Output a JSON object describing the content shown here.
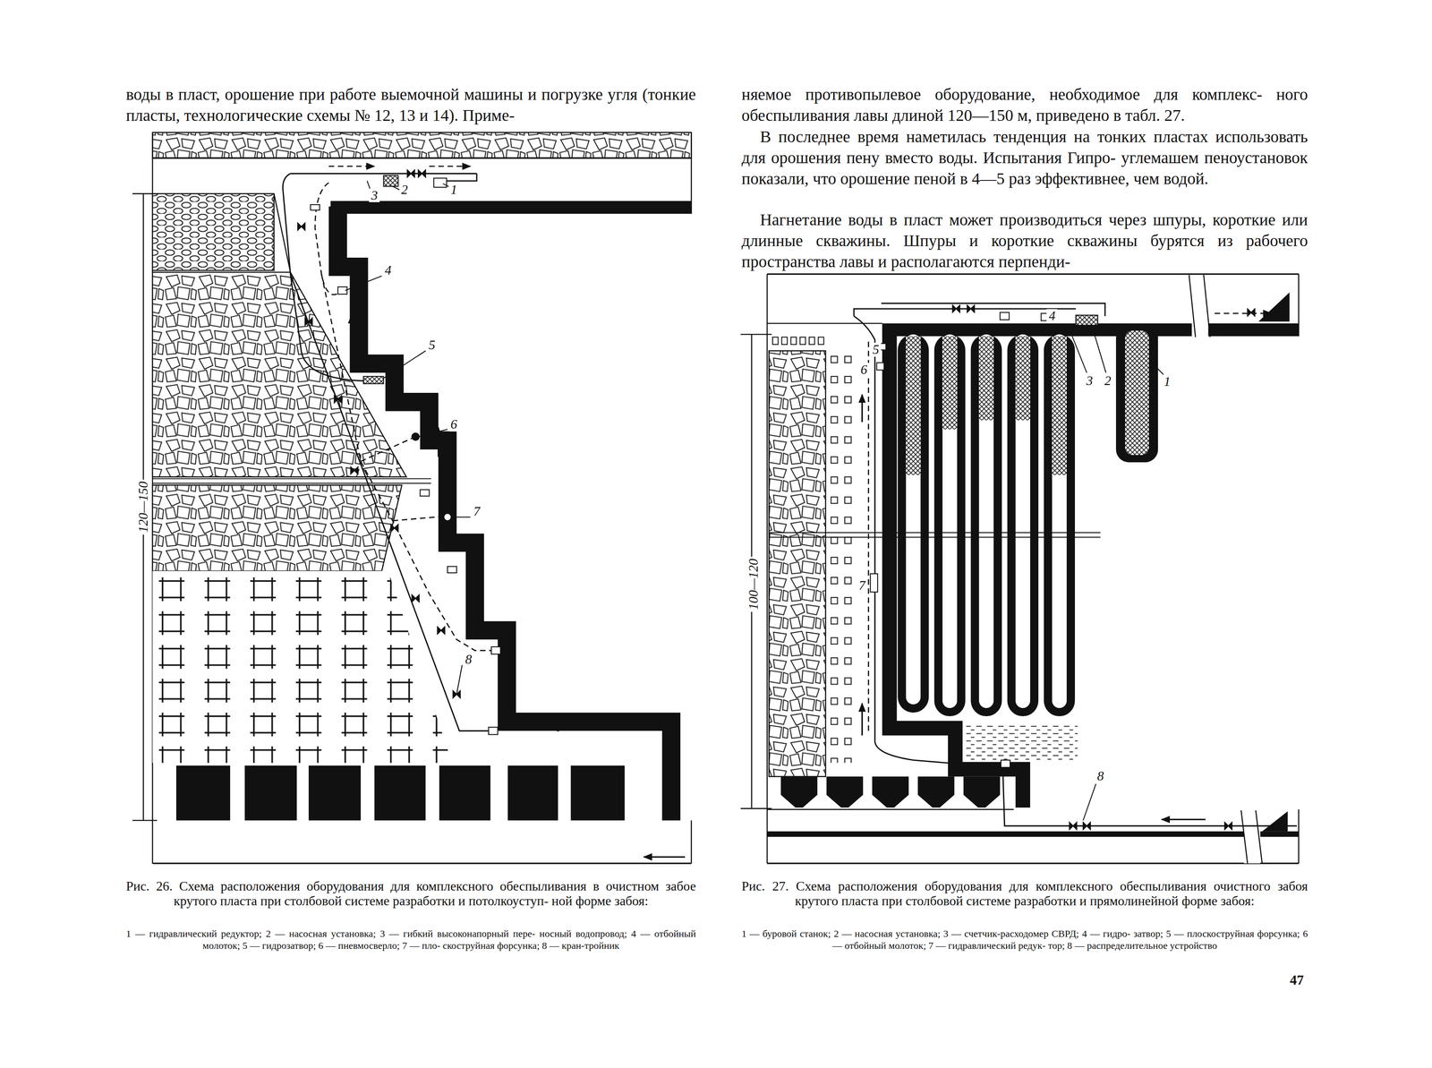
{
  "diagram": {
    "labels": [
      "воды в пласт, орошение при работе выемочной машины и погрузке угля (тонкие пласты, технологические схемы № 12, 13 и 14). Приме-",
      "няемое противопылевое оборудование, необходимое для комплекс- ного обеспыливания лавы длиной 120—150 м, приведено в табл. 27.",
      "В последнее время наметилась тенденция на тонких пластах использовать для орошения пену вместо воды. Испытания Гипро- углемашем пеноустановок показали, что орошение пеной в 4—5 раз эффективнее, чем водой.",
      "Нагнетание воды в пласт может производиться через шпуры, короткие или длинные скважины. Шпуры и короткие скважины бурятся из рабочего пространства лавы и располагаются перпенди-",
      "1",
      "2",
      "3",
      "4",
      "5",
      "6",
      "7",
      "8",
      "120—150",
      "Рис. 26. Схема расположения оборудования для комплексного обеспыливания в очистном забое крутого пласта при столбовой системе разработки и потолкоуступ- ной форме забоя:",
      "1 — гидравлический редуктор; 2 — насосная установка; 3 — гибкий высоконапорный пере- носный водопровод; 4 — отбойный молоток; 5 — гидрозатвор; 6 — пневмосверло; 7 — пло- скоструйная форсунка; 8 — кран-тройник",
      "1",
      "2",
      "3",
      "4",
      "5",
      "6",
      "7",
      "8",
      "100—120",
      "Рис. 27. Схема расположения оборудования для комплексного обеспыливания очистного забоя крутого пласта при столбовой системе разработки и прямолинейной форме забоя:",
      "1 — буровой станок; 2 — насосная установка; 3 — счетчик-расходомер СВРД; 4 — гидро- затвор; 5 — плоскоструйная форсунка; 6 — отбойный молоток; 7 — гидравлический редук- тор; 8 — распределительное устройство",
      "47"
    ]
  }
}
